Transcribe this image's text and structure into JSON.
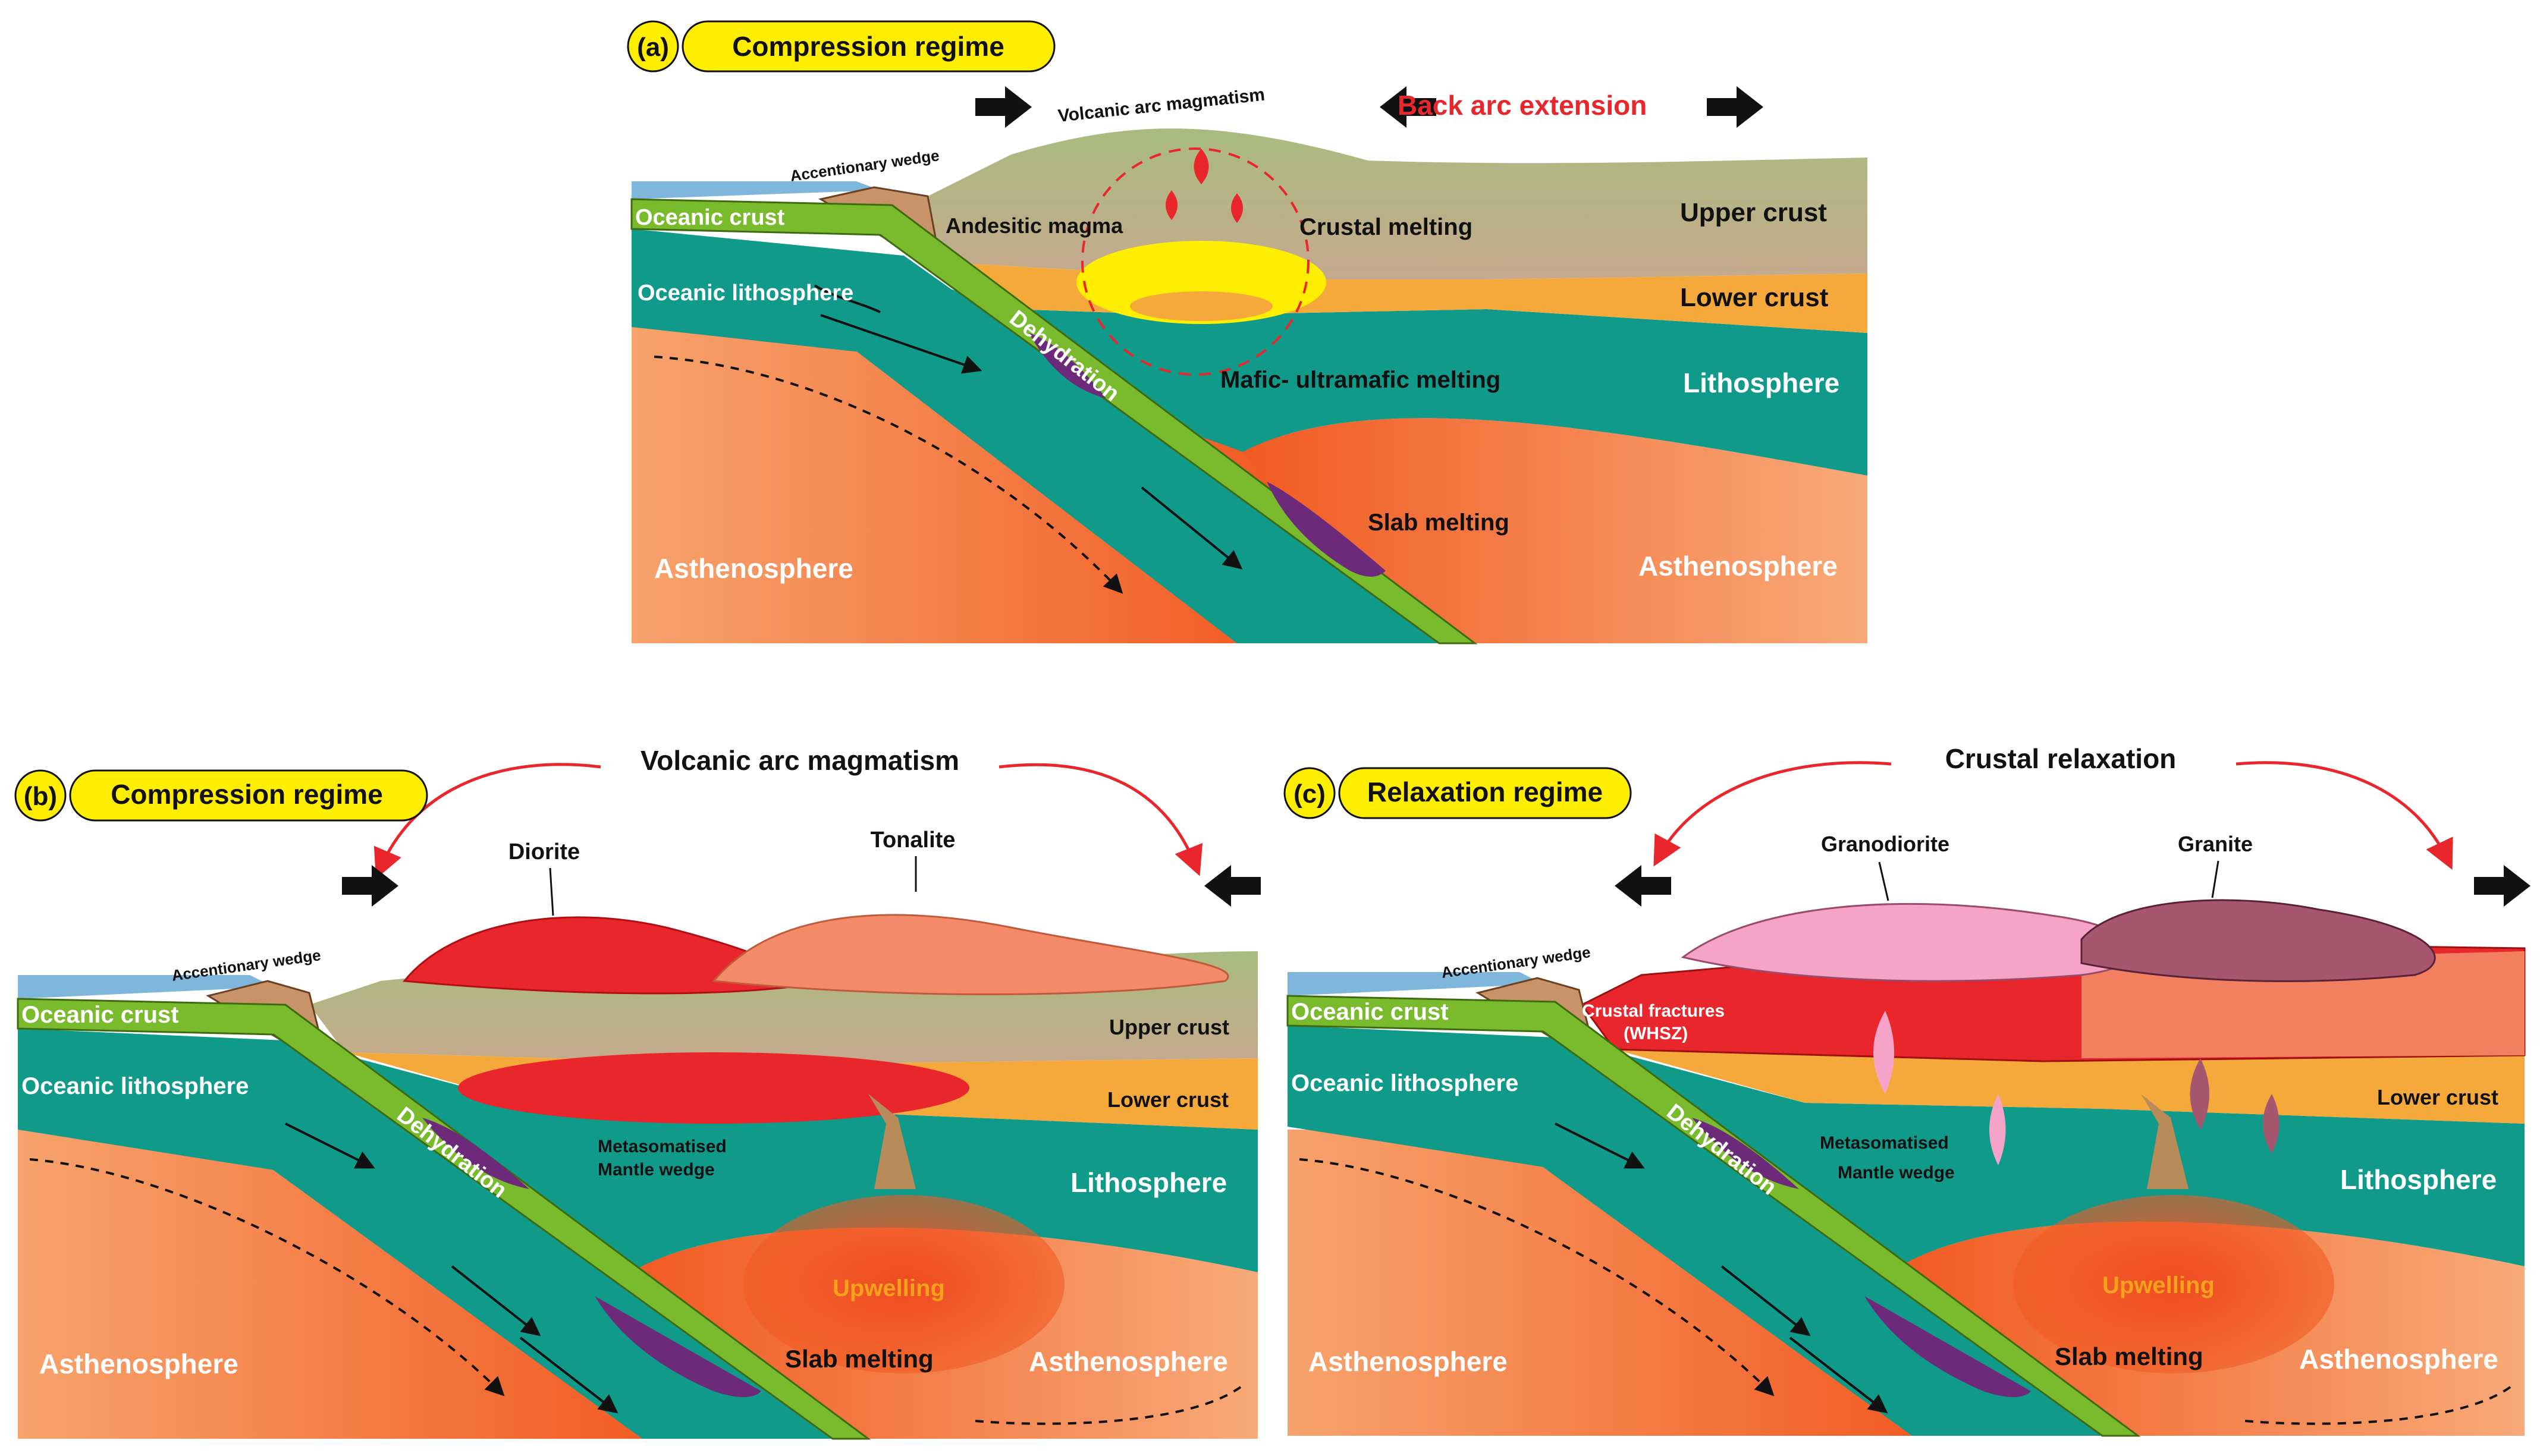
{
  "colors": {
    "ocean": "#7fb6dc",
    "upper_crust": "#c6a98e",
    "upper_crust_top": "#a9bb7f",
    "lower_crust": "#f6a93b",
    "lithosphere": "#0f9a8a",
    "oceanic_crust": "#79bb2c",
    "asthenosphere_light": "#f7a36c",
    "asthenosphere_dark": "#f15a22",
    "slab_melt": "#6d2a7a",
    "magma_red": "#e8262b",
    "tonalite": "#f48a6a",
    "granodiorite": "#f6a3c8",
    "granite": "#a7566f",
    "label_yellow": "#ffee00",
    "arrow_red": "#e8262b"
  },
  "panel_a": {
    "letter": "(a)",
    "regime": "Compression regime",
    "volcanic_arc": "Volcanic arc magmatism",
    "back_arc": "Back arc extension",
    "accretionary_wedge": "Accentionary wedge",
    "oceanic_crust": "Oceanic crust",
    "oceanic_lithosphere": "Oceanic lithosphere",
    "andesitic_magma": "Andesitic magma",
    "crustal_melting": "Crustal melting",
    "upper_crust": "Upper crust",
    "lower_crust": "Lower crust",
    "lithosphere": "Lithosphere",
    "dehydration": "Dehydration",
    "mafic_melting": "Mafic- ultramafic melting",
    "slab_melting": "Slab melting",
    "asthenosphere_left": "Asthenosphere",
    "asthenosphere_right": "Asthenosphere"
  },
  "panel_b": {
    "letter": "(b)",
    "regime": "Compression regime",
    "title": "Volcanic arc magmatism",
    "diorite": "Diorite",
    "tonalite": "Tonalite",
    "accretionary_wedge": "Accentionary wedge",
    "oceanic_crust": "Oceanic crust",
    "oceanic_lithosphere": "Oceanic lithosphere",
    "upper_crust": "Upper crust",
    "lower_crust": "Lower crust",
    "lithosphere": "Lithosphere",
    "dehydration": "Dehydration",
    "metasomatised_1": "Metasomatised",
    "metasomatised_2": "Mantle wedge",
    "upwelling": "Upwelling",
    "slab_melting": "Slab melting",
    "asthenosphere_left": "Asthenosphere",
    "asthenosphere_right": "Asthenosphere"
  },
  "panel_c": {
    "letter": "(c)",
    "regime": "Relaxation regime",
    "title": "Crustal relaxation",
    "granodiorite": "Granodiorite",
    "granite": "Granite",
    "accretionary_wedge": "Accentionary wedge",
    "crustal_fractures_1": "Crustal fractures",
    "crustal_fractures_2": "(WHSZ)",
    "oceanic_crust": "Oceanic crust",
    "oceanic_lithosphere": "Oceanic lithosphere",
    "lower_crust": "Lower crust",
    "lithosphere": "Lithosphere",
    "dehydration": "Dehydration",
    "metasomatised_1": "Metasomatised",
    "metasomatised_2": "Mantle wedge",
    "upwelling": "Upwelling",
    "slab_melting": "Slab melting",
    "asthenosphere_left": "Asthenosphere",
    "asthenosphere_right": "Asthenosphere"
  }
}
